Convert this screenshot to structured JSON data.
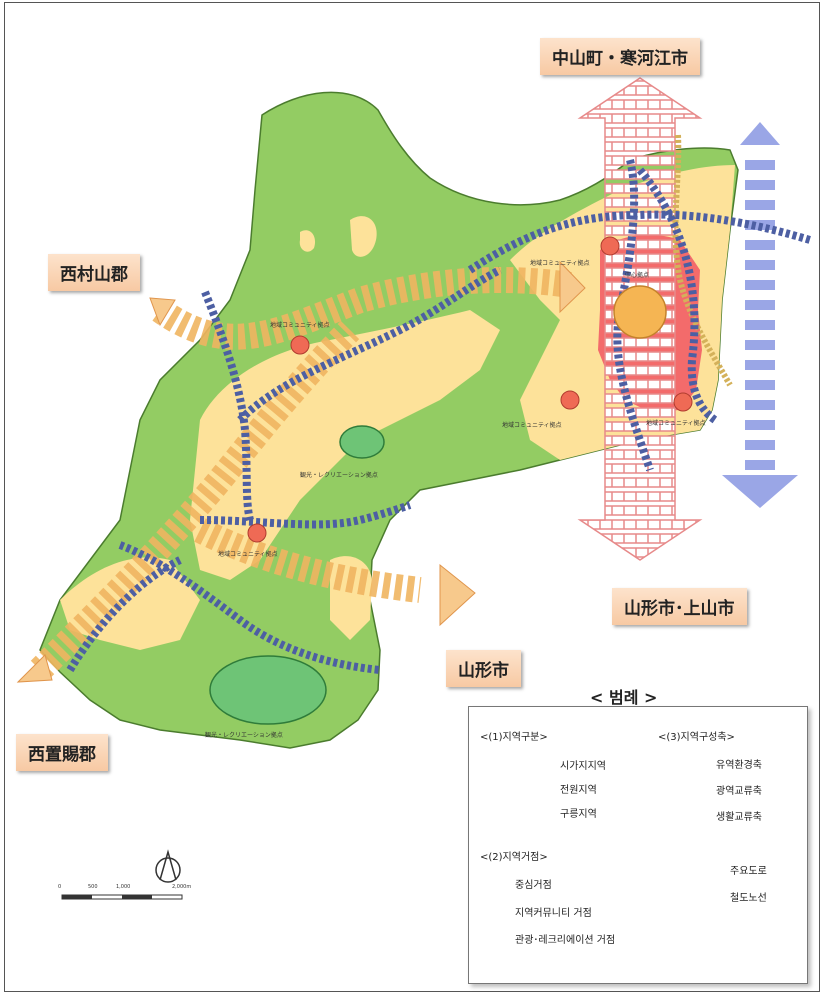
{
  "map": {
    "region_labels": {
      "north": "中山町・寒河江市",
      "west": "西村山郡",
      "southeast": "山形市･上山市",
      "south": "山形市",
      "southwest": "西置賜郡"
    },
    "place_labels": {
      "community_nw": "地域コミュニティ拠点",
      "community_ne": "地域コミュニティ拠点",
      "community_e": "地域コミュニティ拠点",
      "community_se": "地域コミュニティ拠点",
      "community_sw": "地域コミュニティ拠点",
      "center": "中心拠点",
      "tourism_1": "観光・レクリエーション拠点",
      "tourism_2": "観光・レクリエーション拠点"
    },
    "colors": {
      "urban": "#f36b6b",
      "rural": "#fde29a",
      "hill": "#93cc63",
      "main_road": "#5f6fb0",
      "railway": "#d4b15a",
      "wide_axis": "#f3a3a3",
      "life_axis": "#f0b561",
      "green_axis": "#9aa6e6"
    }
  },
  "legend": {
    "title": "< 범례 >",
    "section1": {
      "heading": "<(1)지역구분>",
      "items": [
        "시가지지역",
        "전원지역",
        "구릉지역"
      ]
    },
    "section2": {
      "heading": "<(2)지역거점>",
      "items": [
        "중심거점",
        "지역커뮤니티 거점",
        "관광･레크리에이션 거점"
      ]
    },
    "section3": {
      "heading": "<(3)지역구성축>",
      "items": [
        "유역환경축",
        "광역교류축",
        "생활교류축"
      ]
    },
    "lines": {
      "road": "주요도로",
      "rail": "철도노선"
    }
  },
  "scale": {
    "ticks": [
      "0",
      "500",
      "1,000",
      "2,000m"
    ]
  }
}
